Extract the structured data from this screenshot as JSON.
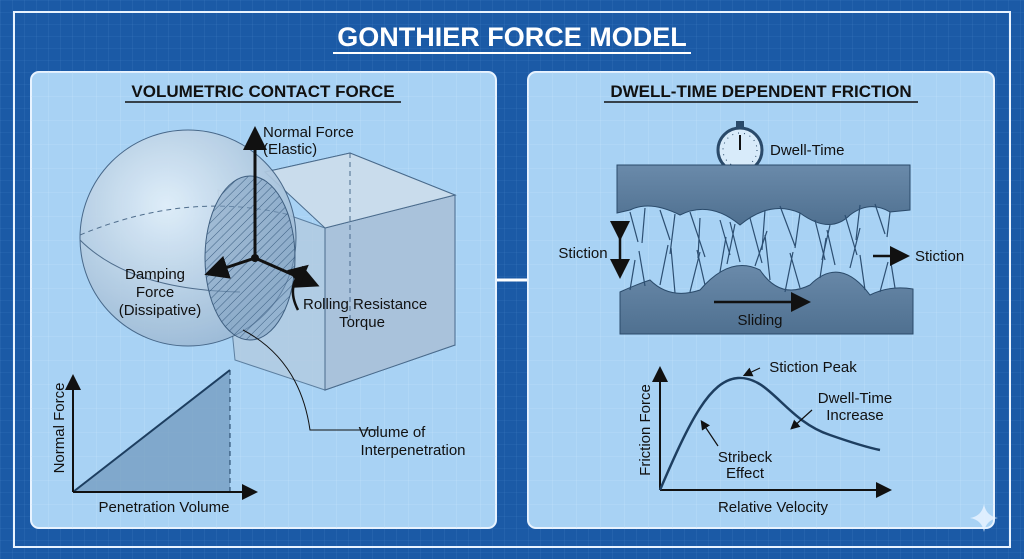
{
  "title": "GONTHIER FORCE MODEL",
  "left_panel": {
    "heading": "VOLUMETRIC CONTACT FORCE",
    "normal_force": [
      "Normal Force",
      "(Elastic)"
    ],
    "damping_force": [
      "Damping",
      "Force",
      "(Dissipative)"
    ],
    "rolling": [
      "Rolling Resistance",
      "Torque"
    ],
    "volume": [
      "Volume of",
      "Interpenetration"
    ],
    "graph": {
      "ylabel": "Normal Force",
      "xlabel": "Penetration Volume"
    }
  },
  "right_panel": {
    "heading": "DWELL-TIME DEPENDENT FRICTION",
    "dwell_time": "Dwell-Time",
    "stiction_left": "Stiction",
    "stiction_right": "Stiction",
    "sliding": "Sliding",
    "graph": {
      "ylabel": "Friction Force",
      "xlabel": "Relative Velocity",
      "peak": "Stiction Peak",
      "dwell": [
        "Dwell-Time",
        "Increase"
      ],
      "stribeck": [
        "Stribeck",
        "Effect"
      ]
    }
  },
  "colors": {
    "background": "#1b5aa6",
    "panel": "#a8d2f4",
    "ink": "#111111",
    "solid": "#5f7e9c"
  }
}
